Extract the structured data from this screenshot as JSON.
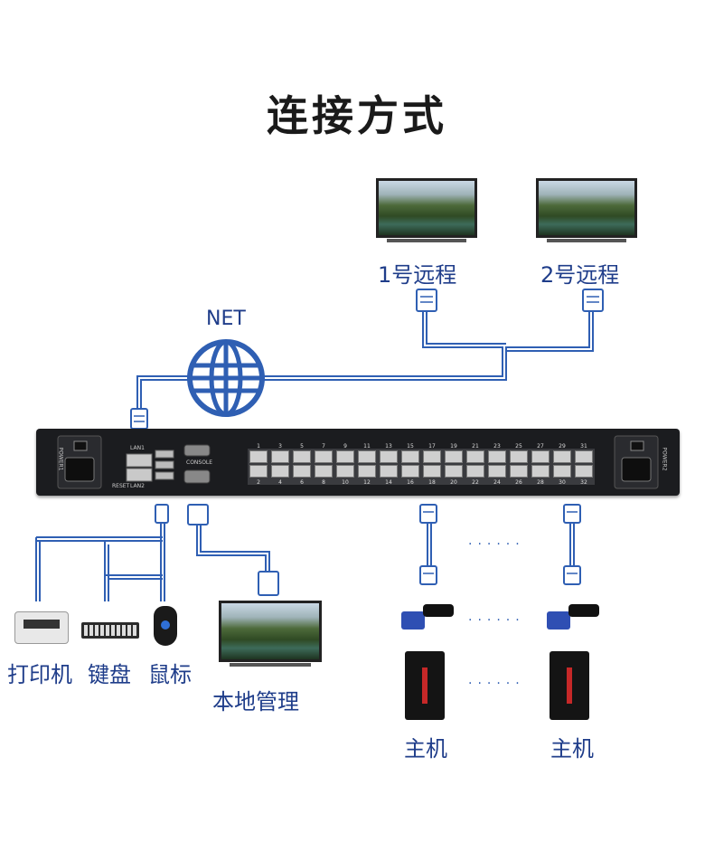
{
  "title": "连接方式",
  "net_label": "NET",
  "remotes": [
    {
      "label": "1号远程"
    },
    {
      "label": "2号远程"
    }
  ],
  "peripherals": [
    {
      "label": "打印机"
    },
    {
      "label": "键盘"
    },
    {
      "label": "鼠标"
    }
  ],
  "local_label": "本地管理",
  "hosts": [
    {
      "label": "主机"
    },
    {
      "label": "主机"
    }
  ],
  "device": {
    "power_left": "POWER1",
    "power_right": "POWER2",
    "lan1": "LAN1",
    "lan2": "LAN2",
    "reset": "RESET",
    "console": "CONSOLE",
    "ports_top": [
      "1",
      "3",
      "5",
      "7",
      "9",
      "11",
      "13",
      "15",
      "17",
      "19",
      "21",
      "23",
      "25",
      "27",
      "29",
      "31"
    ],
    "ports_bottom": [
      "2",
      "4",
      "6",
      "8",
      "10",
      "12",
      "14",
      "16",
      "18",
      "20",
      "22",
      "24",
      "26",
      "28",
      "30",
      "32"
    ]
  },
  "ellipsis": "......",
  "colors": {
    "line": "#2f5fb3",
    "device": "#1b1c1f",
    "label": "#1f3d8a"
  }
}
